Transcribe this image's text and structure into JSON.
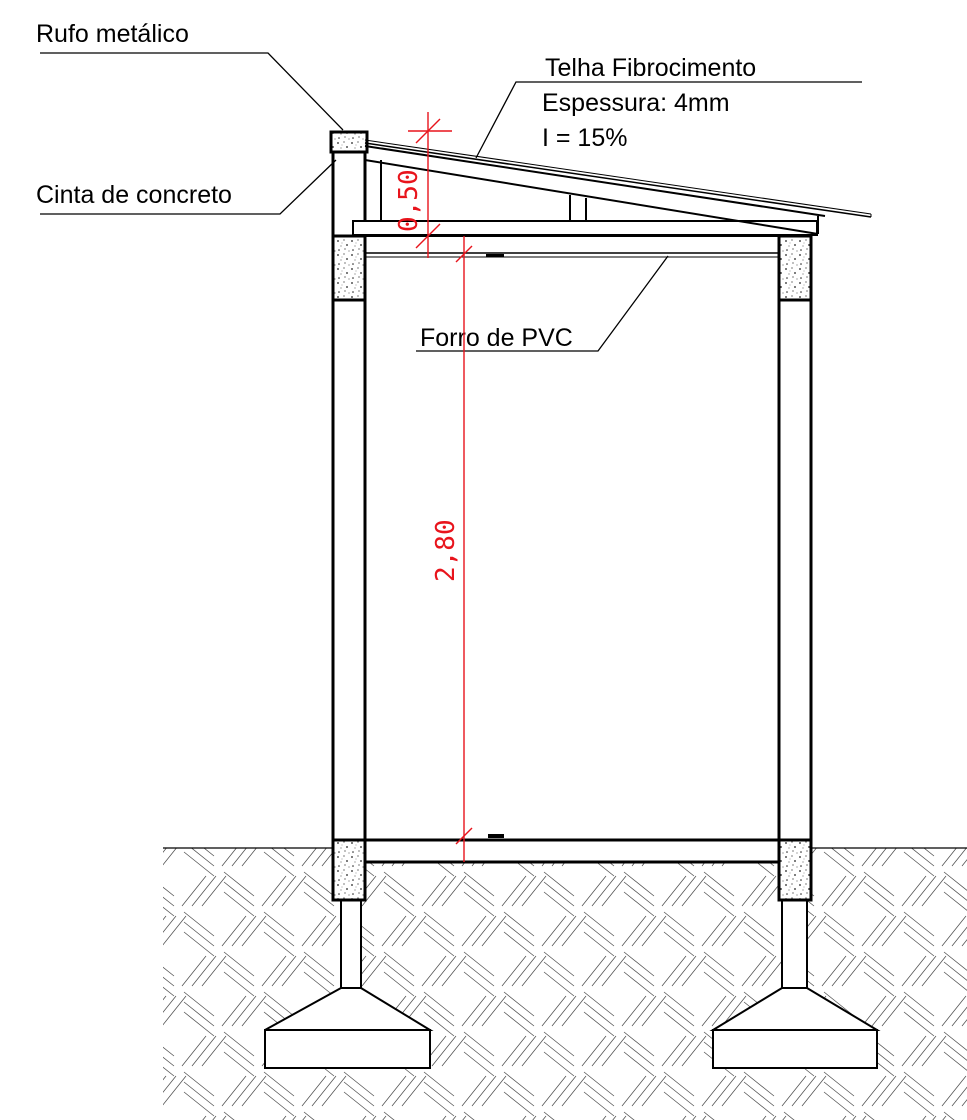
{
  "labels": {
    "rufo": "Rufo metálico",
    "cinta": "Cinta de concreto",
    "telha_title": "Telha Fibrocimento",
    "telha_espessura": "Espessura: 4mm",
    "telha_inclinacao": "I = 15%",
    "forro": "Forro de PVC"
  },
  "dimensions": {
    "roof_height": "0,50",
    "ceiling_height": "2,80"
  },
  "colors": {
    "line": "#000000",
    "dimension": "#e8141c",
    "background": "#ffffff"
  }
}
